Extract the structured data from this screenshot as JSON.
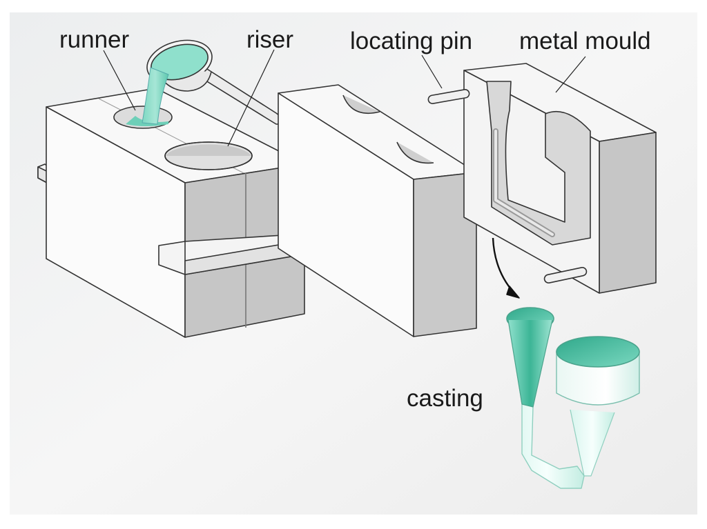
{
  "labels": {
    "runner": "runner",
    "riser": "riser",
    "locating_pin": "locating pin",
    "metal_mould": "metal mould",
    "casting": "casting"
  },
  "colors": {
    "molten_metal": "#6ecfb8",
    "casting_teal": "#3fb89c",
    "mould_face": "#f7f7f7",
    "mould_side": "#c4c4c4",
    "mould_dark": "#a9a9a9",
    "outline": "#333333",
    "background": "#eef0f1"
  }
}
